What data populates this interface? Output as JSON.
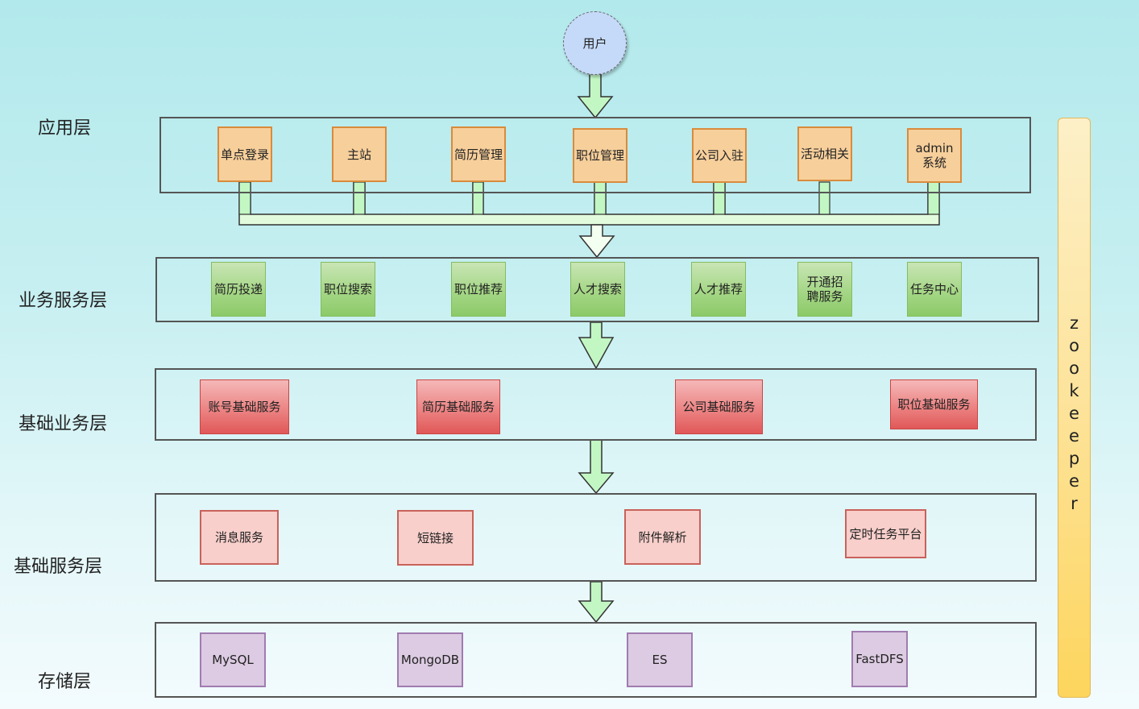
{
  "title": "系统分层架构图",
  "user": {
    "label": "用户"
  },
  "zookeeper": {
    "label": "zookeeper"
  },
  "layers": [
    {
      "label": "应用层",
      "nodes": [
        "单点登录",
        "主站",
        "简历管理",
        "职位管理",
        "公司入驻",
        "活动相关",
        "admin系统"
      ]
    },
    {
      "label": "业务服务层",
      "nodes": [
        "简历投递",
        "职位搜索",
        "职位推荐",
        "人才搜索",
        "人才推荐",
        "开通招聘服务",
        "任务中心"
      ]
    },
    {
      "label": "基础业务层",
      "nodes": [
        "账号基础服务",
        "简历基础服务",
        "公司基础服务",
        "职位基础服务"
      ]
    },
    {
      "label": "基础服务层",
      "nodes": [
        "消息服务",
        "短链接",
        "附件解析",
        "定时任务平台"
      ]
    },
    {
      "label": "存储层",
      "nodes": [
        "MySQL",
        "MongoDB",
        "ES",
        "FastDFS"
      ]
    }
  ],
  "colors": {
    "app_node": "#f7cf9b",
    "business_node": "#a8d88a",
    "base_business_node": "#eb7f7f",
    "base_service_node": "#f8cfcb",
    "storage_node": "#dccbe2",
    "arrow": "#c2f7c4",
    "zookeeper": "#fde39a",
    "user": "#c5daf9"
  }
}
